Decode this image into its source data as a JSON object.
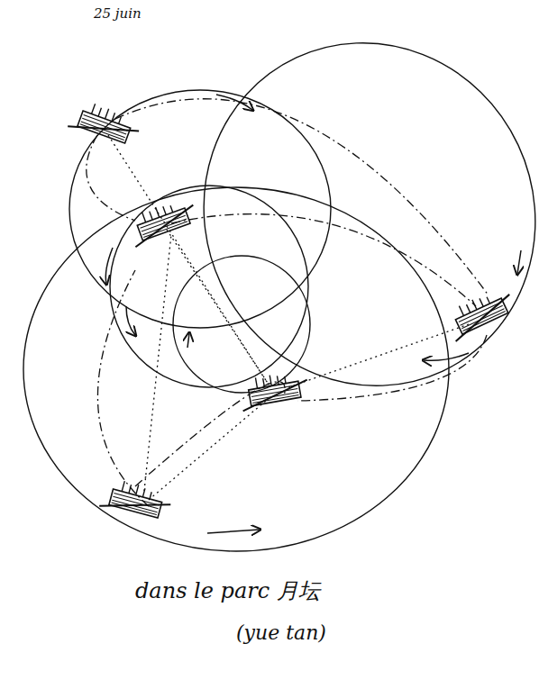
{
  "diagram": {
    "labels": [
      "25 juin",
      "dans le parc 月坛",
      "(yue tan)"
    ]
  }
}
